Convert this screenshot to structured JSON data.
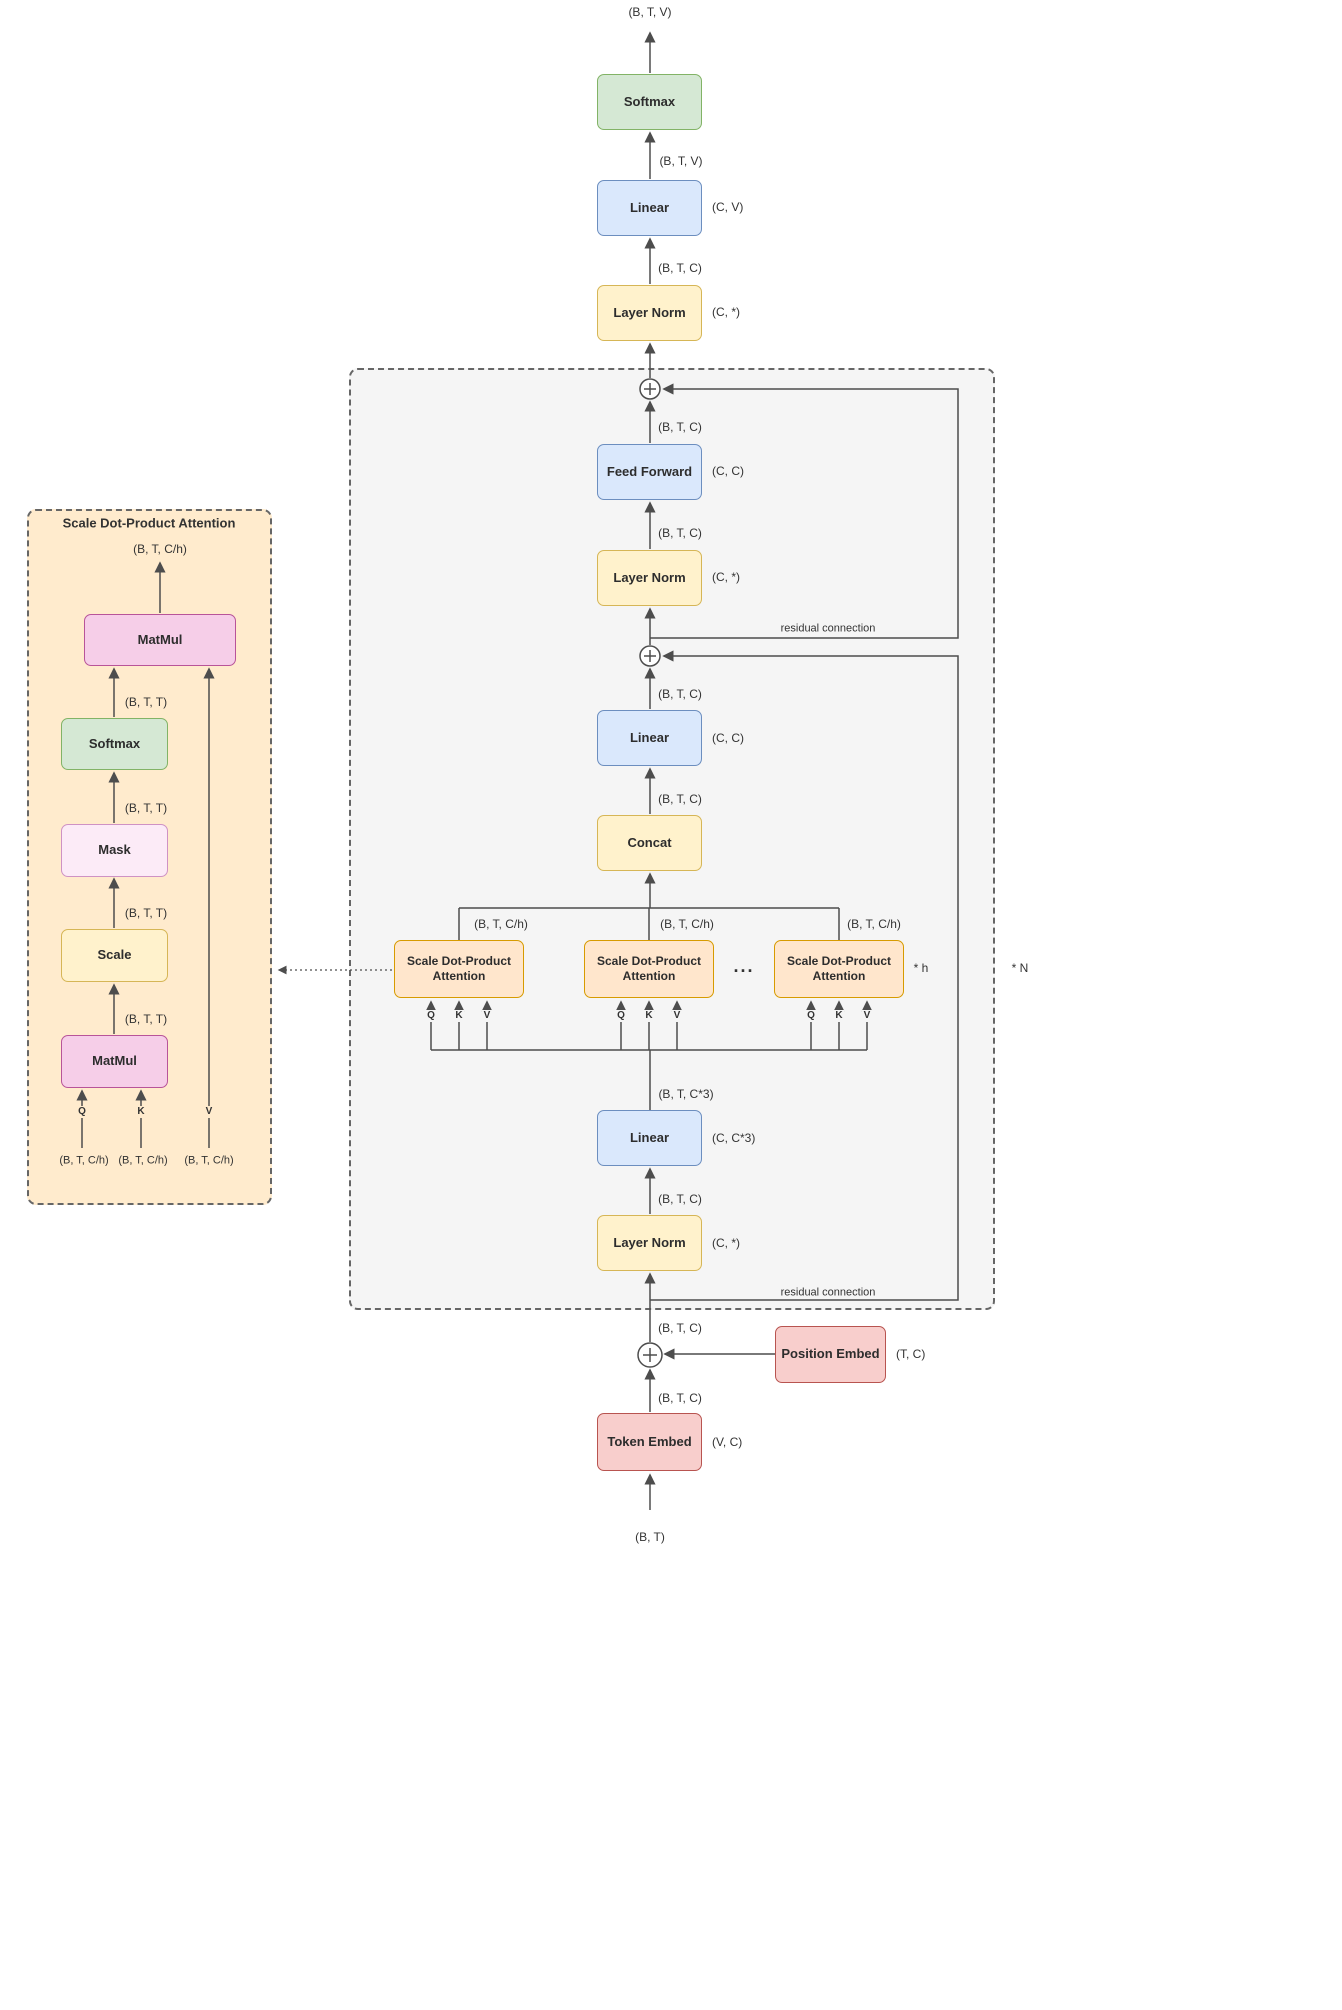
{
  "palette": {
    "green_fill": "#d5e8d4",
    "green_stroke": "#82b366",
    "blue_fill": "#dae8fc",
    "blue_stroke": "#6c8ebf",
    "yellow_fill": "#fff2cc",
    "yellow_stroke": "#d6b656",
    "orange_fill": "#ffe6cc",
    "orange_stroke": "#d79b00",
    "red_fill": "#f8cecc",
    "red_stroke": "#b85450",
    "pink_fill": "#f6cee8",
    "pink_stroke": "#b85499",
    "lightpink_fill": "#fcebf7",
    "lightpink_stroke": "#cf92c4",
    "outer_container_fill": "#f5f5f5",
    "detail_container_fill": "#ffebcd",
    "line_color": "#4d4d4d"
  },
  "main": {
    "blocks": {
      "softmax": "Softmax",
      "linear_head": "Linear",
      "layer_norm_final": "Layer Norm",
      "feed_forward": "Feed Forward",
      "layer_norm_2": "Layer Norm",
      "linear_proj": "Linear",
      "concat": "Concat",
      "attention": "Scale Dot-Product Attention",
      "linear_qkv": "Linear",
      "layer_norm_1": "Layer Norm",
      "position_embed": "Position Embed",
      "token_embed": "Token Embed"
    },
    "weight_dims": {
      "linear_head": "(C, V)",
      "layer_norm_final": "(C, *)",
      "feed_forward": "(C, C)",
      "layer_norm_2": "(C, *)",
      "linear_proj": "(C, C)",
      "linear_qkv": "(C, C*3)",
      "layer_norm_1": "(C, *)",
      "position_embed": "(T, C)",
      "token_embed": "(V, C)"
    },
    "tensor_dims": {
      "btv": "(B, T, V)",
      "btc": "(B, T, C)",
      "btch": "(B, T, C/h)",
      "btc3": "(B, T, C*3)",
      "bt": "(B, T)"
    },
    "annotations": {
      "residual": "residual connection",
      "heads": "* h",
      "layers": "* N",
      "ellipsis": "..."
    },
    "qkv": {
      "q": "Q",
      "k": "K",
      "v": "V"
    }
  },
  "detail": {
    "title": "Scale Dot-Product Attention",
    "blocks": {
      "matmul_out": "MatMul",
      "softmax": "Softmax",
      "mask": "Mask",
      "scale": "Scale",
      "matmul_qk": "MatMul"
    },
    "tensor_dims": {
      "out": "(B, T, C/h)",
      "btt": "(B, T, T)",
      "q_in": "(B, T, C/h)",
      "k_in": "(B, T, C/h)",
      "v_in": "(B, T, C/h)"
    },
    "qkv": {
      "q": "Q",
      "k": "K",
      "v": "V"
    }
  }
}
